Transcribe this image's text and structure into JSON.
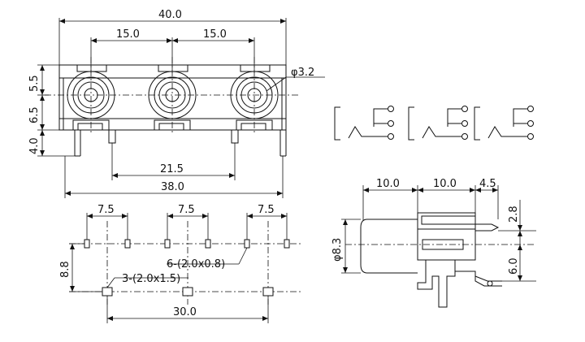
{
  "front_view": {
    "overall_width": "40.0",
    "pitch_left": "15.0",
    "pitch_right": "15.0",
    "height_top": "5.5",
    "height_mid": "6.5",
    "height_bottom": "4.0",
    "hole_diameter": "φ3.2",
    "pin_span": "21.5",
    "base_width": "38.0"
  },
  "footprint": {
    "pitch_1": "7.5",
    "pitch_2": "7.5",
    "pitch_3": "7.5",
    "row_spacing": "8.8",
    "small_pads": "6-(2.0x0.8)",
    "large_pads": "3-(2.0x1.5)",
    "large_span": "30.0"
  },
  "side_view": {
    "depth_1": "10.0",
    "depth_2": "10.0",
    "depth_3": "4.5",
    "offset_top": "2.8",
    "body_diameter": "φ8.3",
    "offset_bottom": "6.0"
  }
}
